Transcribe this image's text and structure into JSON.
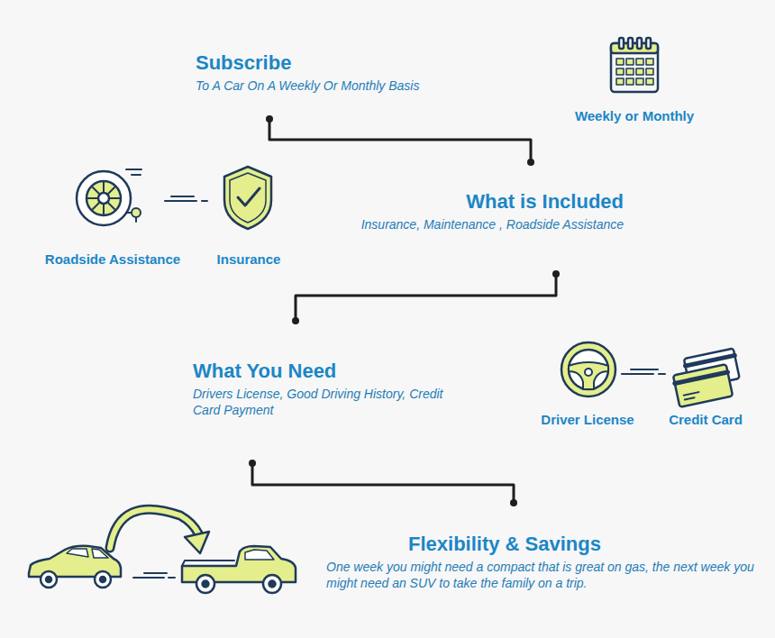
{
  "diagram": {
    "nodes": [
      {
        "text": [
          "Subscribe",
          "To A Car On A Weekly Or Monthly Basis"
        ]
      },
      {
        "text": [
          "What is Included",
          "Insurance, Maintenance , Roadside Assistance"
        ]
      },
      {
        "text": [
          "What You Need",
          "Drivers License, Good Driving History, Credit Card Payment"
        ]
      },
      {
        "text": [
          "Flexibility & Savings",
          "One week you might need a compact that is great on gas, the next week you might need an SUV to take the family on a trip."
        ]
      }
    ],
    "edges": [
      {
        "from": 0,
        "to": 1,
        "arrow": "none"
      },
      {
        "from": 1,
        "to": 2,
        "arrow": "none"
      },
      {
        "from": 2,
        "to": 3,
        "arrow": "none"
      }
    ],
    "labels": [
      "Weekly or Monthly",
      "Roadside Assistance",
      "Insurance",
      "Driver License",
      "Credit Card"
    ]
  }
}
